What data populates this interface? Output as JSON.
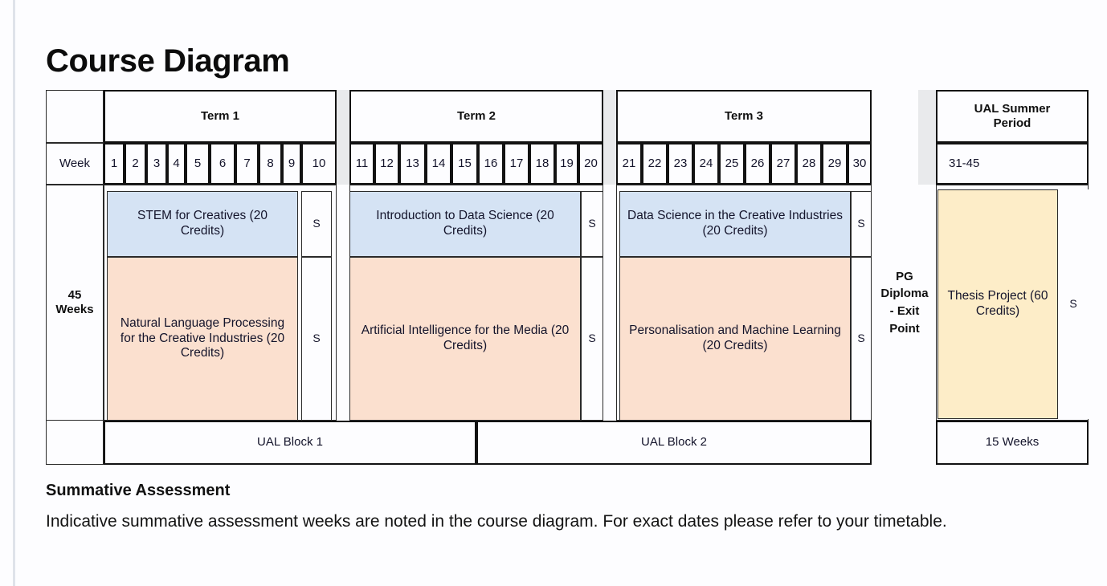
{
  "page_title": "Course Diagram",
  "diagram": {
    "week_row_label": "Week",
    "duration_label_line1": "45",
    "duration_label_line2": "Weeks",
    "terms": [
      {
        "header": "Term 1",
        "weeks": [
          "1",
          "2",
          "3",
          "4",
          "5",
          "6",
          "7",
          "8",
          "9",
          "10"
        ],
        "modules": [
          {
            "title": "STEM for Creatives (20 Credits)",
            "color": "#d5e3f4",
            "assessment": "S"
          },
          {
            "title": "Natural Language Processing for the Creative Industries (20 Credits)",
            "color": "#fbe0cf",
            "assessment": "S"
          }
        ]
      },
      {
        "header": "Term 2",
        "weeks": [
          "11",
          "12",
          "13",
          "14",
          "15",
          "16",
          "17",
          "18",
          "19",
          "20"
        ],
        "modules": [
          {
            "title": "Introduction to Data Science (20 Credits)",
            "color": "#d5e3f4",
            "assessment": "S"
          },
          {
            "title": "Artificial Intelligence for the Media (20 Credits)",
            "color": "#fbe0cf",
            "assessment": "S"
          }
        ]
      },
      {
        "header": "Term 3",
        "weeks": [
          "21",
          "22",
          "23",
          "24",
          "25",
          "26",
          "27",
          "28",
          "29",
          "30"
        ],
        "modules": [
          {
            "title": "Data Science in the Creative Industries (20 Credits)",
            "color": "#d5e3f4",
            "assessment": "S"
          },
          {
            "title": "Personalisation and Machine Learning (20 Credits)",
            "color": "#fbe0cf",
            "assessment": "S"
          }
        ]
      }
    ],
    "exit_point": "PG Diploma - Exit Point",
    "exit_point_lines": [
      "PG",
      "Diploma",
      "- Exit",
      "Point"
    ],
    "summer": {
      "header_line1": "UAL Summer",
      "header_line2": "Period",
      "week_range": "31-45",
      "module": {
        "title": "Thesis Project (60 Credits)",
        "color": "#fdedc8",
        "assessment": "S"
      },
      "footer": "15 Weeks"
    },
    "blocks": [
      {
        "label": "UAL Block 1"
      },
      {
        "label": "UAL Block 2"
      }
    ]
  },
  "footer": {
    "heading": "Summative Assessment",
    "body": "Indicative summative assessment weeks are noted in the course diagram. For exact dates please refer to your timetable."
  }
}
